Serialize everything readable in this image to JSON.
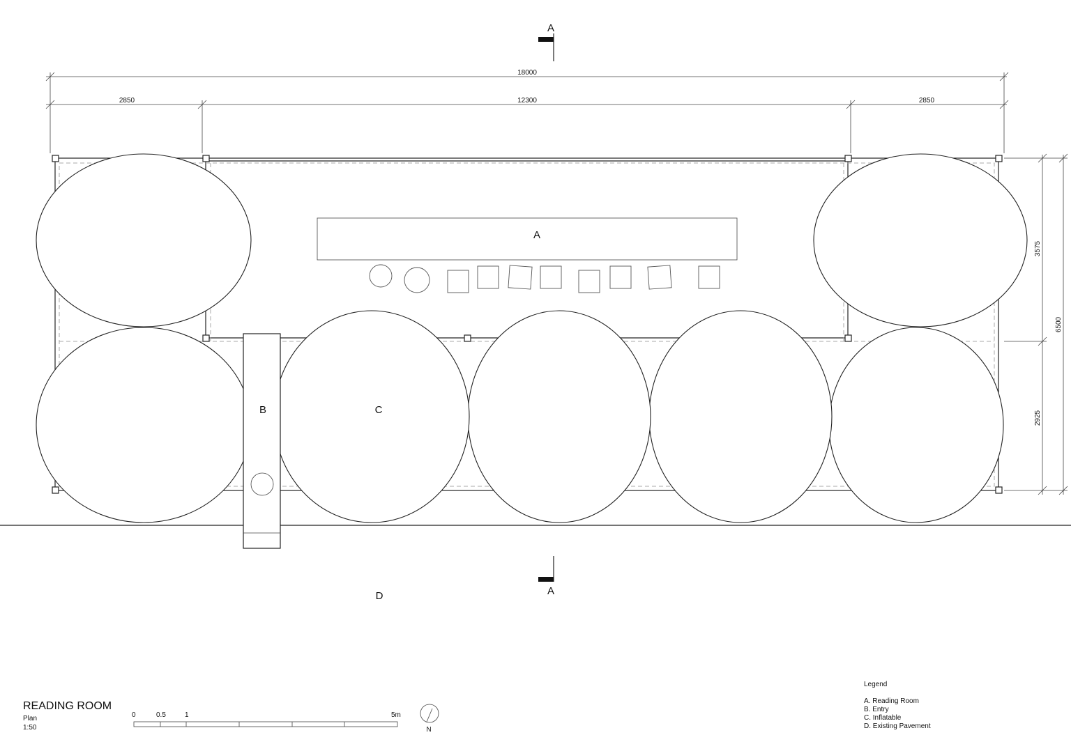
{
  "title": "READING ROOM",
  "subtitle": "Plan",
  "scale": "1:50",
  "scale_bar": {
    "labels": [
      "0",
      "0.5",
      "1",
      "5m"
    ]
  },
  "north_label": "N",
  "section_marker": "A",
  "zones": {
    "a": "A",
    "b": "B",
    "c": "C",
    "d": "D"
  },
  "dimensions": {
    "overall": "18000",
    "left": "2850",
    "middle": "12300",
    "right": "2850",
    "depth_top": "3575",
    "depth_bottom": "2925",
    "depth_total": "6500"
  },
  "legend": {
    "heading": "Legend",
    "items": [
      "A. Reading Room",
      "B. Entry",
      "C. Inflatable",
      "D. Existing Pavement"
    ]
  }
}
